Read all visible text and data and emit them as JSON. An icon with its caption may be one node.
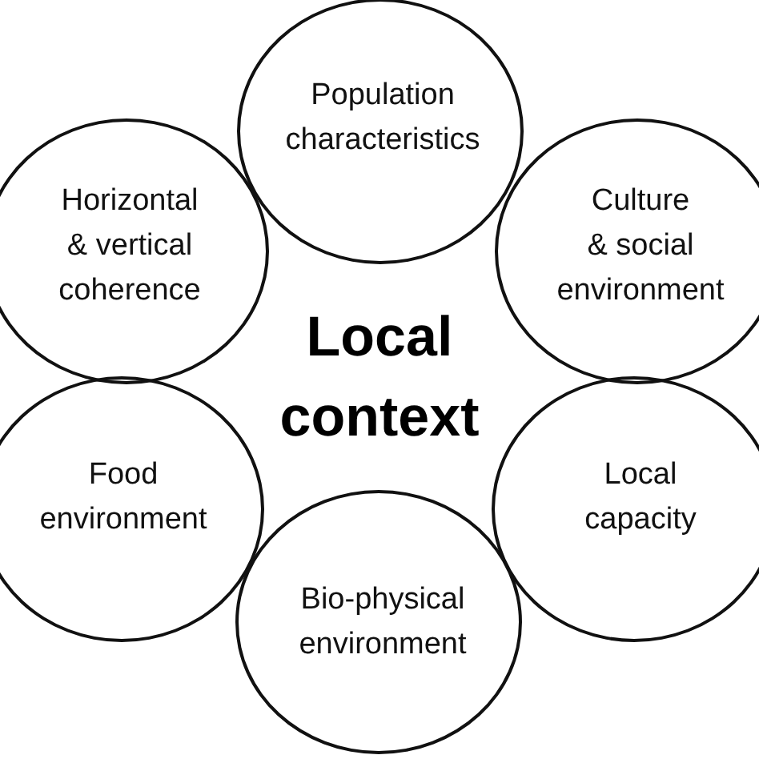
{
  "diagram": {
    "nodes": [
      {
        "text": [
          "Population characteristics"
        ]
      },
      {
        "text": [
          "Horizontal & vertical coherence"
        ]
      },
      {
        "text": [
          "Culture & social environment"
        ]
      },
      {
        "text": [
          "Food environment"
        ]
      },
      {
        "text": [
          "Local capacity"
        ]
      },
      {
        "text": [
          "Bio-physical environment"
        ]
      }
    ],
    "labels": [
      "Local context"
    ]
  }
}
